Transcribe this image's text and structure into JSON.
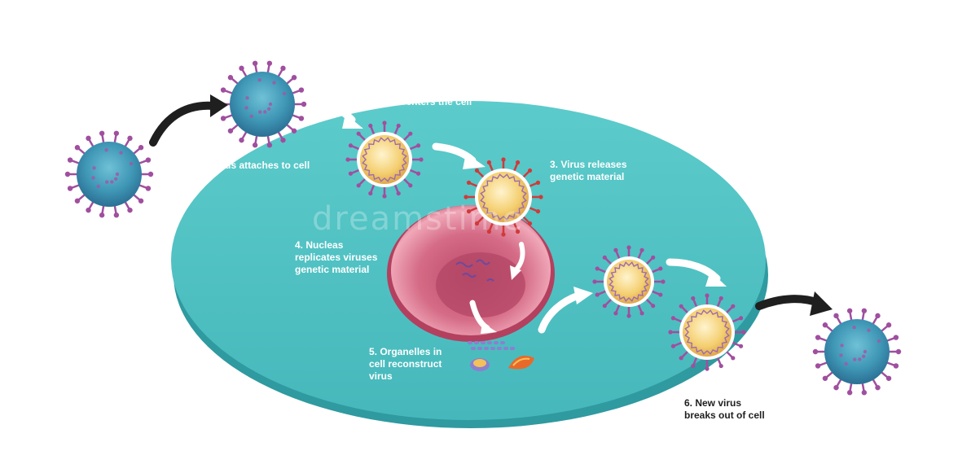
{
  "steps": [
    {
      "id": "step1",
      "text": "1. Virus attaches to cell"
    },
    {
      "id": "step2",
      "text": "2. Virus enters the cell"
    },
    {
      "id": "step3",
      "text": "3. Virus releases\ngenetic material"
    },
    {
      "id": "step4",
      "text": "4. Nucleas\nreplicates viruses\ngenetic material"
    },
    {
      "id": "step5",
      "text": "5. Organelles in\ncell reconstruct\nvirus"
    },
    {
      "id": "step6",
      "text": "6. New virus\nbreaks out of cell"
    }
  ],
  "watermark": "dreamstime",
  "colors": {
    "cell": "#4ec4c4",
    "cell_shadow": "#2f9aa0",
    "virus_body": "#3f97b6",
    "virus_spike": "#a04f9f",
    "capsid": "#f4cf70",
    "nucleus": "#d56b86",
    "arrow_dark": "#1f1f1f",
    "arrow_light": "#ffffff"
  }
}
